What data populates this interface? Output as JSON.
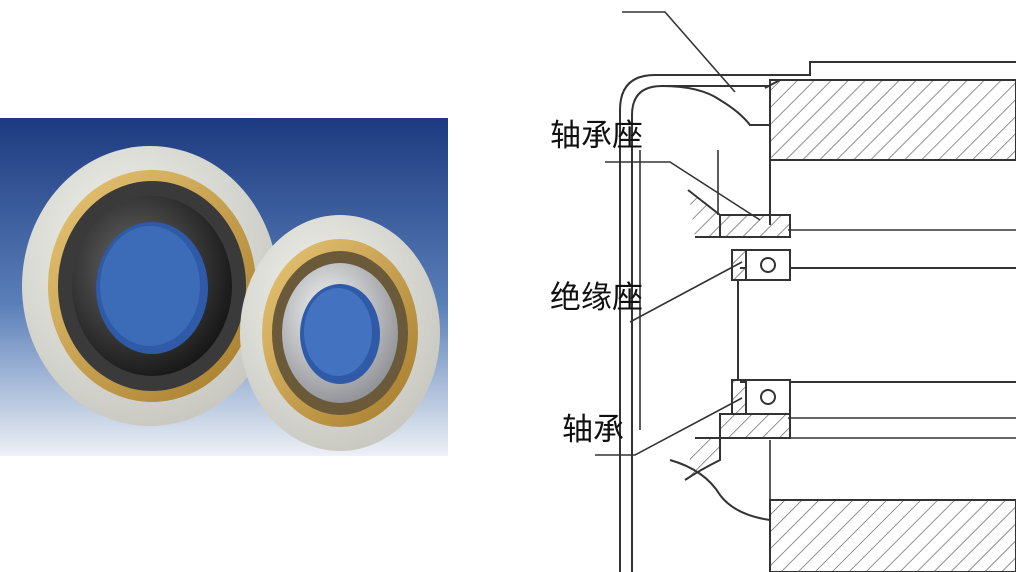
{
  "labels": {
    "bearing_housing": "轴承座",
    "insulation_seat": "绝缘座",
    "bearing": "轴承"
  },
  "colors": {
    "photo_bg_top": "#1f3f86",
    "photo_bg_bottom": "#e9edf3",
    "ceramic_coating": "#dcdcd6",
    "brass_cage": "#c9a24a",
    "steel_ring": "#222222",
    "line": "#333333"
  }
}
